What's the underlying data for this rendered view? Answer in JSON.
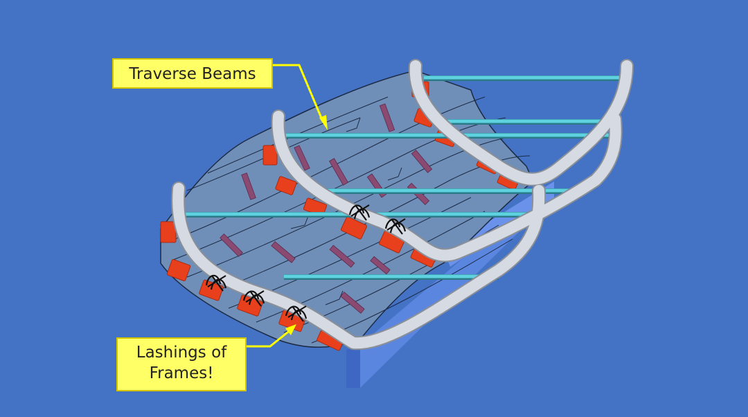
{
  "callouts": {
    "beams": "Traverse Beams",
    "lashings_line1": "Lashings of",
    "lashings_line2": "Frames!"
  },
  "colors": {
    "background": "#4472c4",
    "hull_skin": "#6f8fb8",
    "frames": "#cfd4dc",
    "beams": "#5fd2e0",
    "pads": "#e8401c",
    "floor_marks": "#8a4a72",
    "callout_fill": "#ffff66",
    "arrow": "#ffff00",
    "lashing": "#111111"
  }
}
